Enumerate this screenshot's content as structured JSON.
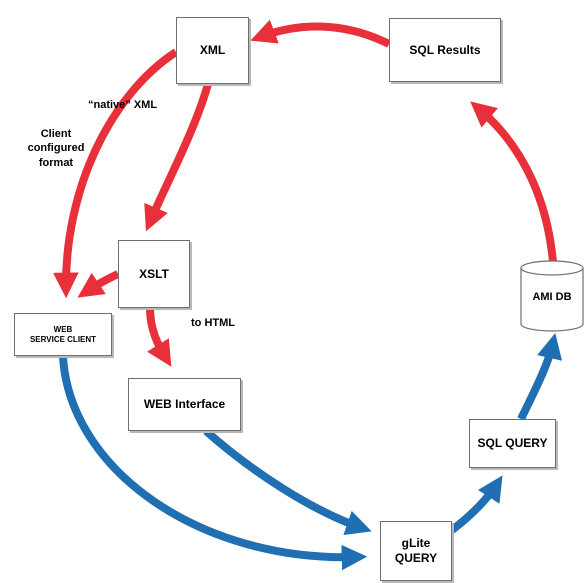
{
  "nodes": {
    "xml": "XML",
    "sql_results": "SQL Results",
    "xslt": "XSLT",
    "web_service_client": [
      "WEB",
      "SERVICE CLIENT"
    ],
    "web_interface": "WEB Interface",
    "ami_db": "AMI DB",
    "sql_query": "SQL QUERY",
    "glite_query": [
      "gLite",
      "QUERY"
    ]
  },
  "edge_labels": {
    "native_xml": "“native” XML",
    "client_configured_format": [
      "Client",
      "configured",
      "format"
    ],
    "to_html": "to HTML"
  },
  "colors": {
    "output_flow": "#e8303a",
    "query_flow": "#1f6fb2"
  }
}
